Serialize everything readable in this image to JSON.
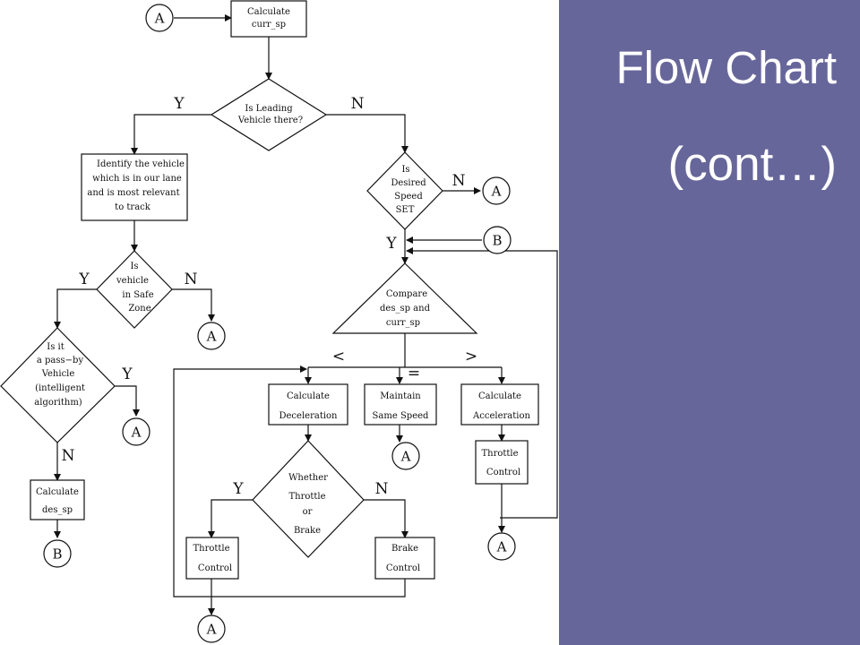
{
  "slide": {
    "title_line_1": "Flow Chart",
    "title_line_2": "(cont…)",
    "panel_color": "#67669a"
  },
  "diagram": {
    "process_calc_curr_sp": [
      "Calculate",
      "curr_sp"
    ],
    "decision_leading_vehicle": [
      "Is Leading",
      "Vehicle there?"
    ],
    "process_identify_vehicle": [
      "Identify the vehicle",
      "which is in our lane",
      "and is most relevant",
      "to track"
    ],
    "decision_desired_speed": [
      "Is",
      "Desired",
      "Speed",
      "SET"
    ],
    "decision_safe_zone": [
      "Is",
      "vehicle",
      "in Safe",
      "Zone"
    ],
    "decision_pass_by": [
      "Is it",
      "a pass−by",
      "Vehicle",
      "(intelligent",
      "algorithm)"
    ],
    "process_calc_des_sp": [
      "Calculate",
      "des_sp"
    ],
    "decision_compare": [
      "Compare",
      "des_sp and",
      "curr_sp"
    ],
    "process_calc_deceleration": [
      "Calculate",
      "Deceleration"
    ],
    "process_maintain_speed": [
      "Maintain",
      "Same Speed"
    ],
    "process_calc_acceleration": [
      "Calculate",
      "Acceleration"
    ],
    "process_throttle_control_right": [
      "Throttle",
      "Control"
    ],
    "decision_throttle_brake": [
      "Whether",
      "Throttle",
      "or",
      "Brake"
    ],
    "process_throttle_control_left": [
      "Throttle",
      "Control"
    ],
    "process_brake_control": [
      "Brake",
      "Control"
    ],
    "branch_yes": "Y",
    "branch_no": "N",
    "compare_less": "<",
    "compare_equal": "=",
    "compare_greater": ">",
    "connector_a": "A",
    "connector_b": "B"
  }
}
